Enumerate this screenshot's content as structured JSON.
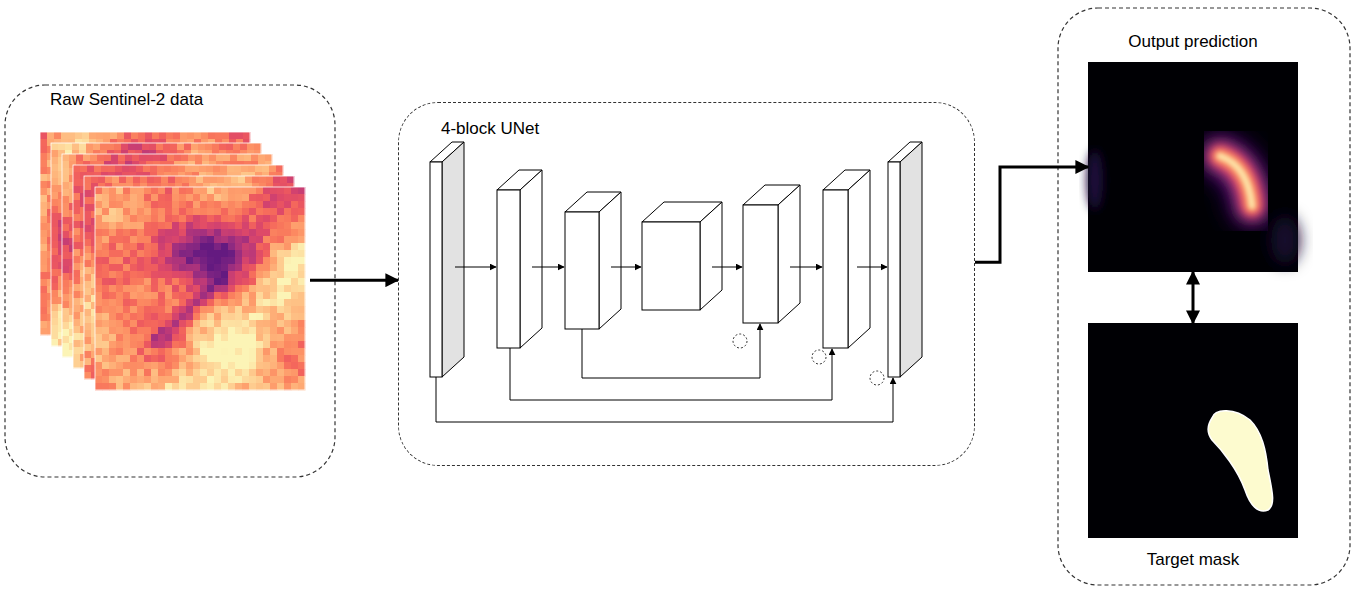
{
  "diagram": {
    "nodes": [
      {
        "text": [
          "Raw Sentinel-2 data"
        ]
      },
      {
        "text": [
          "4-block UNet"
        ]
      },
      {
        "text": [
          "Output prediction"
        ]
      },
      {
        "text": [
          "Target mask"
        ]
      }
    ],
    "edges": [
      {
        "from": 0,
        "to": 1,
        "arrow": "to"
      },
      {
        "from": 1,
        "to": 2,
        "arrow": "to"
      },
      {
        "from": 2,
        "to": 3,
        "arrow": "both"
      }
    ]
  }
}
